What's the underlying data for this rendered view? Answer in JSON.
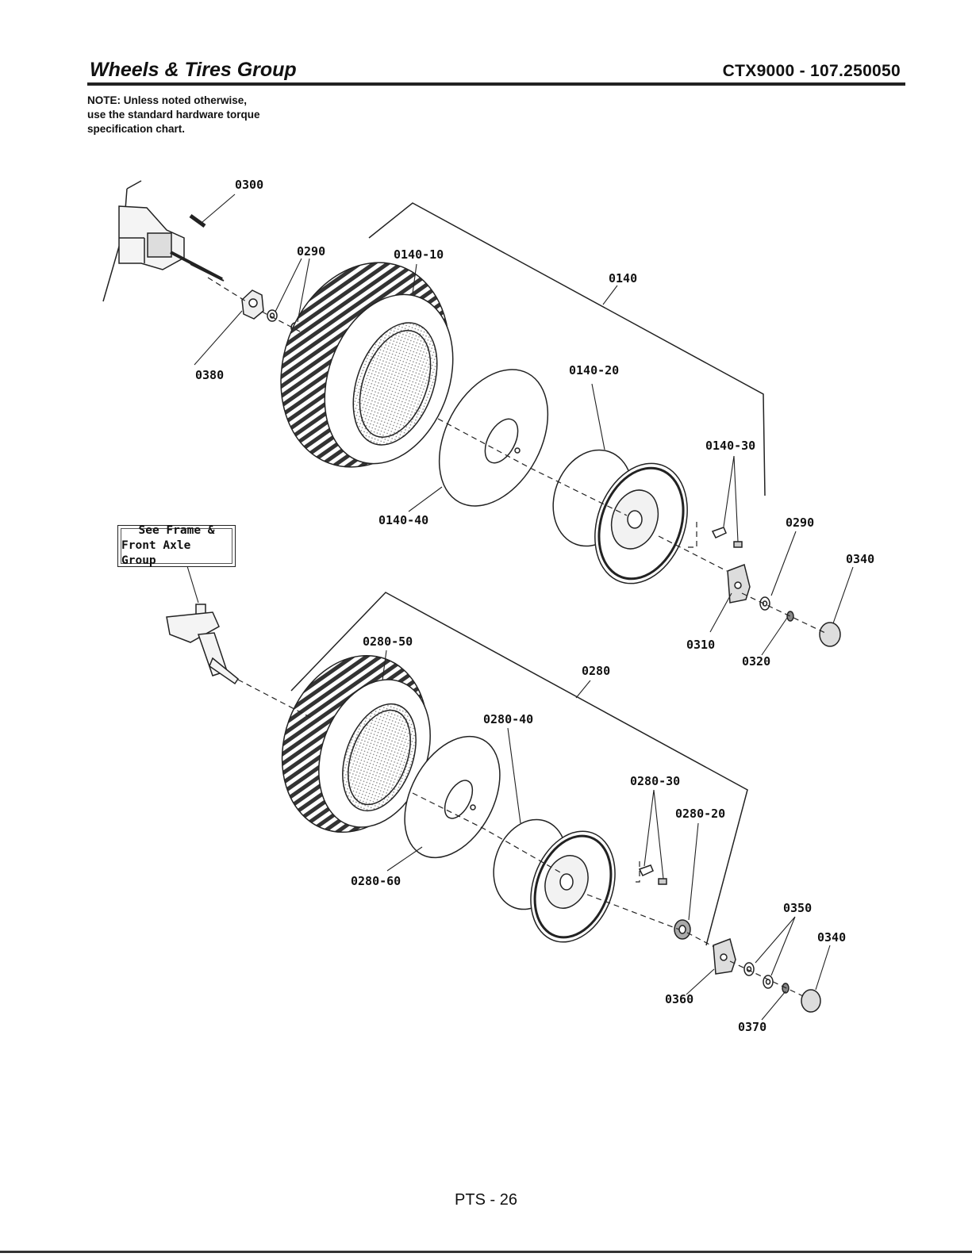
{
  "header": {
    "title": "Wheels & Tires Group",
    "model": "CTX9000 - 107.250050"
  },
  "note": {
    "lines": [
      "NOTE: Unless noted otherwise,",
      "use the standard hardware torque",
      "specification chart."
    ]
  },
  "reference_box": {
    "line1": "See Frame &",
    "line2": "Front Axle Group"
  },
  "labels": {
    "p0300": "0300",
    "p0290a": "0290",
    "p0140_10": "0140-10",
    "p0140": "0140",
    "p0380": "0380",
    "p0140_20": "0140-20",
    "p0140_30": "0140-30",
    "p0140_40": "0140-40",
    "p0290b": "0290",
    "p0340a": "0340",
    "p0310": "0310",
    "p0320": "0320",
    "p0280_50": "0280-50",
    "p0280": "0280",
    "p0280_40": "0280-40",
    "p0280_30": "0280-30",
    "p0280_20": "0280-20",
    "p0280_60": "0280-60",
    "p0350": "0350",
    "p0340b": "0340",
    "p0360": "0360",
    "p0370": "0370"
  },
  "footer": {
    "page": "PTS - 26"
  }
}
